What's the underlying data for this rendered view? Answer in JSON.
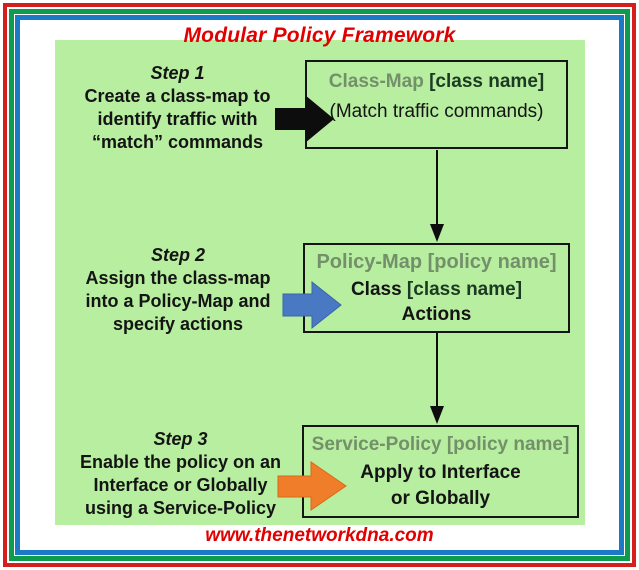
{
  "title": "Modular Policy Framework",
  "footer": "www.thenetworkdna.com",
  "steps": [
    {
      "label": "Step 1",
      "lines": [
        "Create a class-map to",
        "identify traffic with",
        "“match” commands"
      ]
    },
    {
      "label": "Step 2",
      "lines": [
        "Assign the class-map",
        "into a Policy-Map and",
        "specify actions"
      ]
    },
    {
      "label": "Step 3",
      "lines": [
        "Enable the policy on an",
        "Interface or Globally",
        "using a Service-Policy"
      ]
    }
  ],
  "boxes": {
    "class_map": {
      "name": "Class-Map",
      "param": "[class name]",
      "subtitle": "(Match traffic commands)"
    },
    "policy_map": {
      "title": "Policy-Map [policy name]",
      "class_text": "Class",
      "class_param": "[class name]",
      "actions": "Actions"
    },
    "service_policy": {
      "title": "Service-Policy [policy name]",
      "line2": "Apply to Interface",
      "line3": "or Globally"
    }
  },
  "icons": {
    "step1_arrow": "black-right-arrow",
    "step2_arrow": "blue-right-arrow",
    "step3_arrow": "orange-right-arrow",
    "connector1": "down-arrow",
    "connector2": "down-arrow"
  },
  "colors": {
    "border_red": "#d41f1f",
    "border_green": "#0d9b4d",
    "border_blue": "#1b79c5",
    "panel_green": "#b7eea0",
    "brand_red": "#e10000",
    "muted_green": "#74906a",
    "dark_green": "#1c3a22",
    "text_black": "#141414",
    "box_border": "#151515",
    "arrow_black": "#0d0d0d",
    "arrow_blue": "#4a79c4",
    "arrow_blue_edge": "#3a65a8",
    "arrow_orange": "#ef7d2a",
    "arrow_orange_edge": "#d96a1a"
  }
}
